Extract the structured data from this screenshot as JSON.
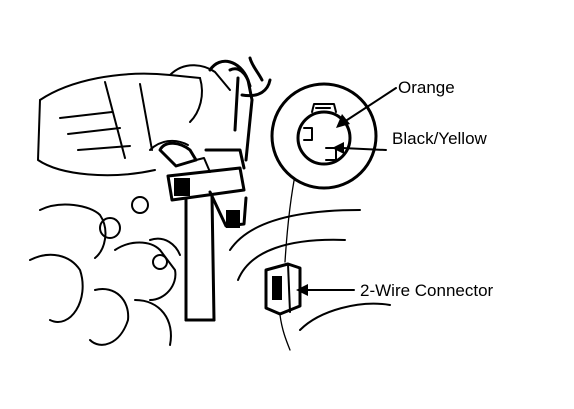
{
  "labels": {
    "orange": "Orange",
    "black_yellow": "Black/Yellow",
    "connector": "2-Wire Connector"
  },
  "colors": {
    "ink": "#000000",
    "paper": "#ffffff"
  }
}
